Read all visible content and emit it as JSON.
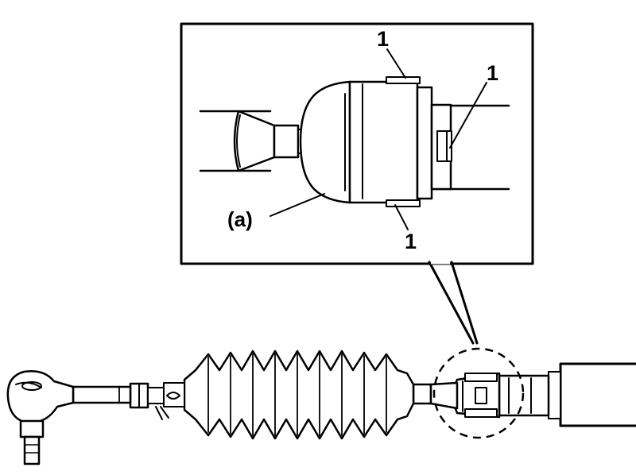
{
  "callouts": {
    "part_top": "1",
    "part_right": "1",
    "part_bottom": "1",
    "component_a": "(a)"
  },
  "colors": {
    "ink": "#000000",
    "paper": "#ffffff"
  }
}
